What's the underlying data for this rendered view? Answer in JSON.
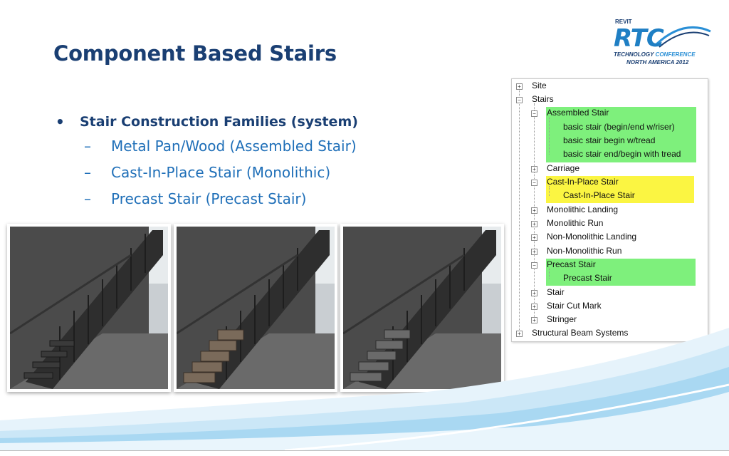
{
  "slide": {
    "title": "Component Based Stairs",
    "bullet": "Stair Construction Families (system)",
    "sub_bullets": [
      "Metal Pan/Wood (Assembled Stair)",
      "Cast-In-Place Stair (Monolithic)",
      "Precast Stair (Precast Stair)"
    ]
  },
  "logo": {
    "top": "REVIT",
    "main": "RTC",
    "line1a": "TECHNOLOGY",
    "line1b": "CONFERENCE",
    "line2": "NORTH AMERICA 2012"
  },
  "tree": {
    "items": [
      {
        "label": "Site"
      },
      {
        "label": "Stairs"
      },
      {
        "label": "Assembled Stair"
      },
      {
        "label": "basic stair (begin/end w/riser)"
      },
      {
        "label": "basic stair begin w/tread"
      },
      {
        "label": "basic stair end/begin with tread"
      },
      {
        "label": "Carriage"
      },
      {
        "label": "Cast-In-Place Stair"
      },
      {
        "label": "Cast-In-Place Stair"
      },
      {
        "label": "Monolithic Landing"
      },
      {
        "label": "Monolithic Run"
      },
      {
        "label": "Non-Monolithic Landing"
      },
      {
        "label": "Non-Monolithic Run"
      },
      {
        "label": "Precast Stair"
      },
      {
        "label": "Precast Stair"
      },
      {
        "label": "Stair"
      },
      {
        "label": "Stair Cut Mark"
      },
      {
        "label": "Stringer"
      },
      {
        "label": "Structural Beam Systems"
      }
    ]
  },
  "colors": {
    "title": "#1a3f73",
    "sub_bullet": "#1f6fb8",
    "highlight_green": "#7ef07c",
    "highlight_yellow": "#fbf542"
  }
}
